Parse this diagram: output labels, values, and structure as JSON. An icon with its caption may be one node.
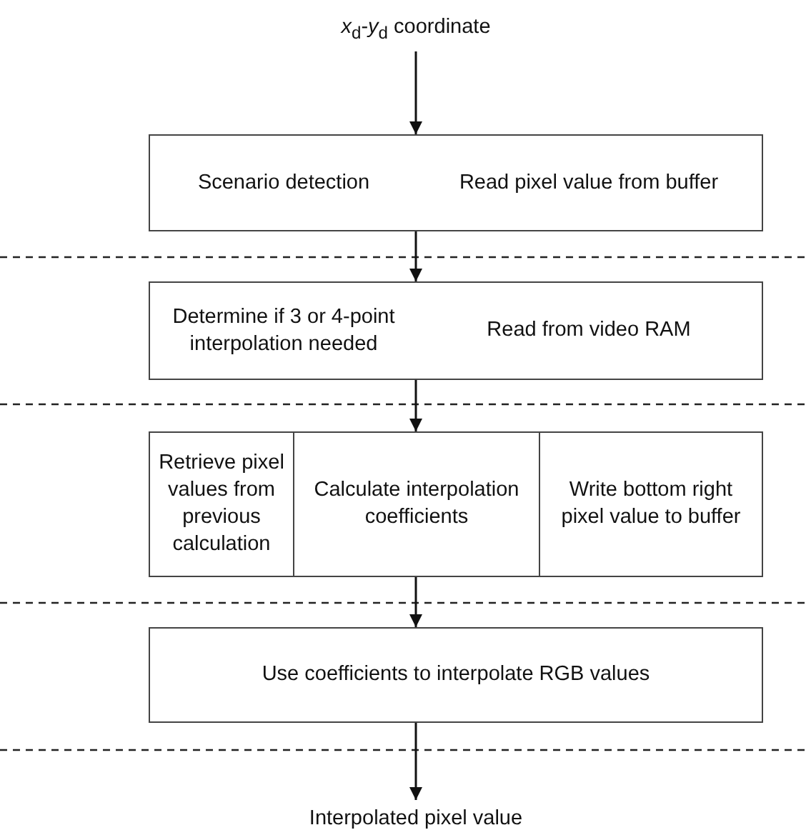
{
  "diagram": {
    "nodes": [
      {
        "text": [
          "*x*$_{d}$-*y*$_{d}$ coordinate"
        ]
      },
      {
        "text": [
          "Scenario detection",
          "Read pixel value from buffer"
        ]
      },
      {
        "text": [
          "Determine if 3 or 4-point interpolation needed",
          "Read from video RAM"
        ]
      },
      {
        "text": [
          "Retrieve pixel values from previous calculation"
        ]
      },
      {
        "text": [
          "Calculate interpolation coefficients"
        ]
      },
      {
        "text": [
          "Write bottom right pixel value to buffer"
        ]
      },
      {
        "text": [
          "Use coefficients to interpolate RGB values"
        ]
      },
      {
        "text": [
          "Interpolated pixel value"
        ]
      }
    ],
    "edges": [
      {
        "from": 0,
        "to": 1,
        "arrow": "to"
      },
      {
        "from": 1,
        "to": 2,
        "arrow": "to"
      },
      {
        "from": 2,
        "to": 4,
        "arrow": "to"
      },
      {
        "from": 4,
        "to": 6,
        "arrow": "to"
      },
      {
        "from": 6,
        "to": 7,
        "arrow": "to"
      }
    ]
  }
}
